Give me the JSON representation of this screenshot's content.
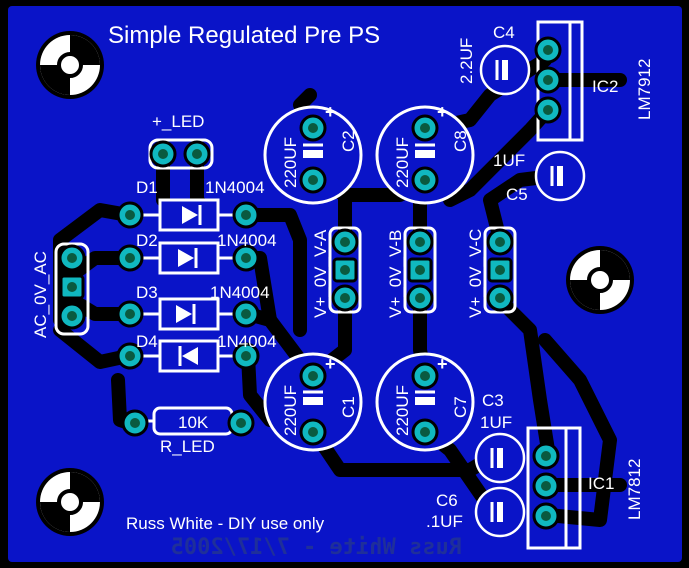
{
  "title": "Simple Regulated Pre PS",
  "credit": "Russ White - DIY use only",
  "mirror_text": "Russ White - 7/17/2005",
  "colors": {
    "board": "#0a14c8",
    "copper": "#000000",
    "silk": "#ffffff",
    "pad": "#10b8c0",
    "pad_hole": "#0a5a40"
  },
  "labels": {
    "led_header": "+_LED",
    "ac_header": "AC_0V_AC",
    "d1": "D1",
    "d1_val": "1N4004",
    "d2": "D2",
    "d2_val": "1N4004",
    "d3": "D3",
    "d3_val": "1N4004",
    "d4": "D4",
    "d4_val": "1N4004",
    "r_val": "10K",
    "r_ref": "R_LED",
    "c2_val": "220UF",
    "c2_ref": "C2",
    "c8_val": "220UF",
    "c8_ref": "C8",
    "c1_val": "220UF",
    "c1_ref": "C1",
    "c7_val": "220UF",
    "c7_ref": "C7",
    "c4_val": "2.2UF",
    "c4_ref": "C4",
    "c5_val": "1UF",
    "c5_ref": "C5",
    "c3_val": "1UF",
    "c3_ref": "C3",
    "c6_val": ".1UF",
    "c6_ref": "C6",
    "ic2_ref": "IC2",
    "ic2_part": "LM7912",
    "ic1_ref": "IC1",
    "ic1_part": "LM7812",
    "va": "V+_0V_V-A",
    "vb": "V+_0V_V-B",
    "vc": "V+_0V_V-C",
    "plus": "+"
  }
}
